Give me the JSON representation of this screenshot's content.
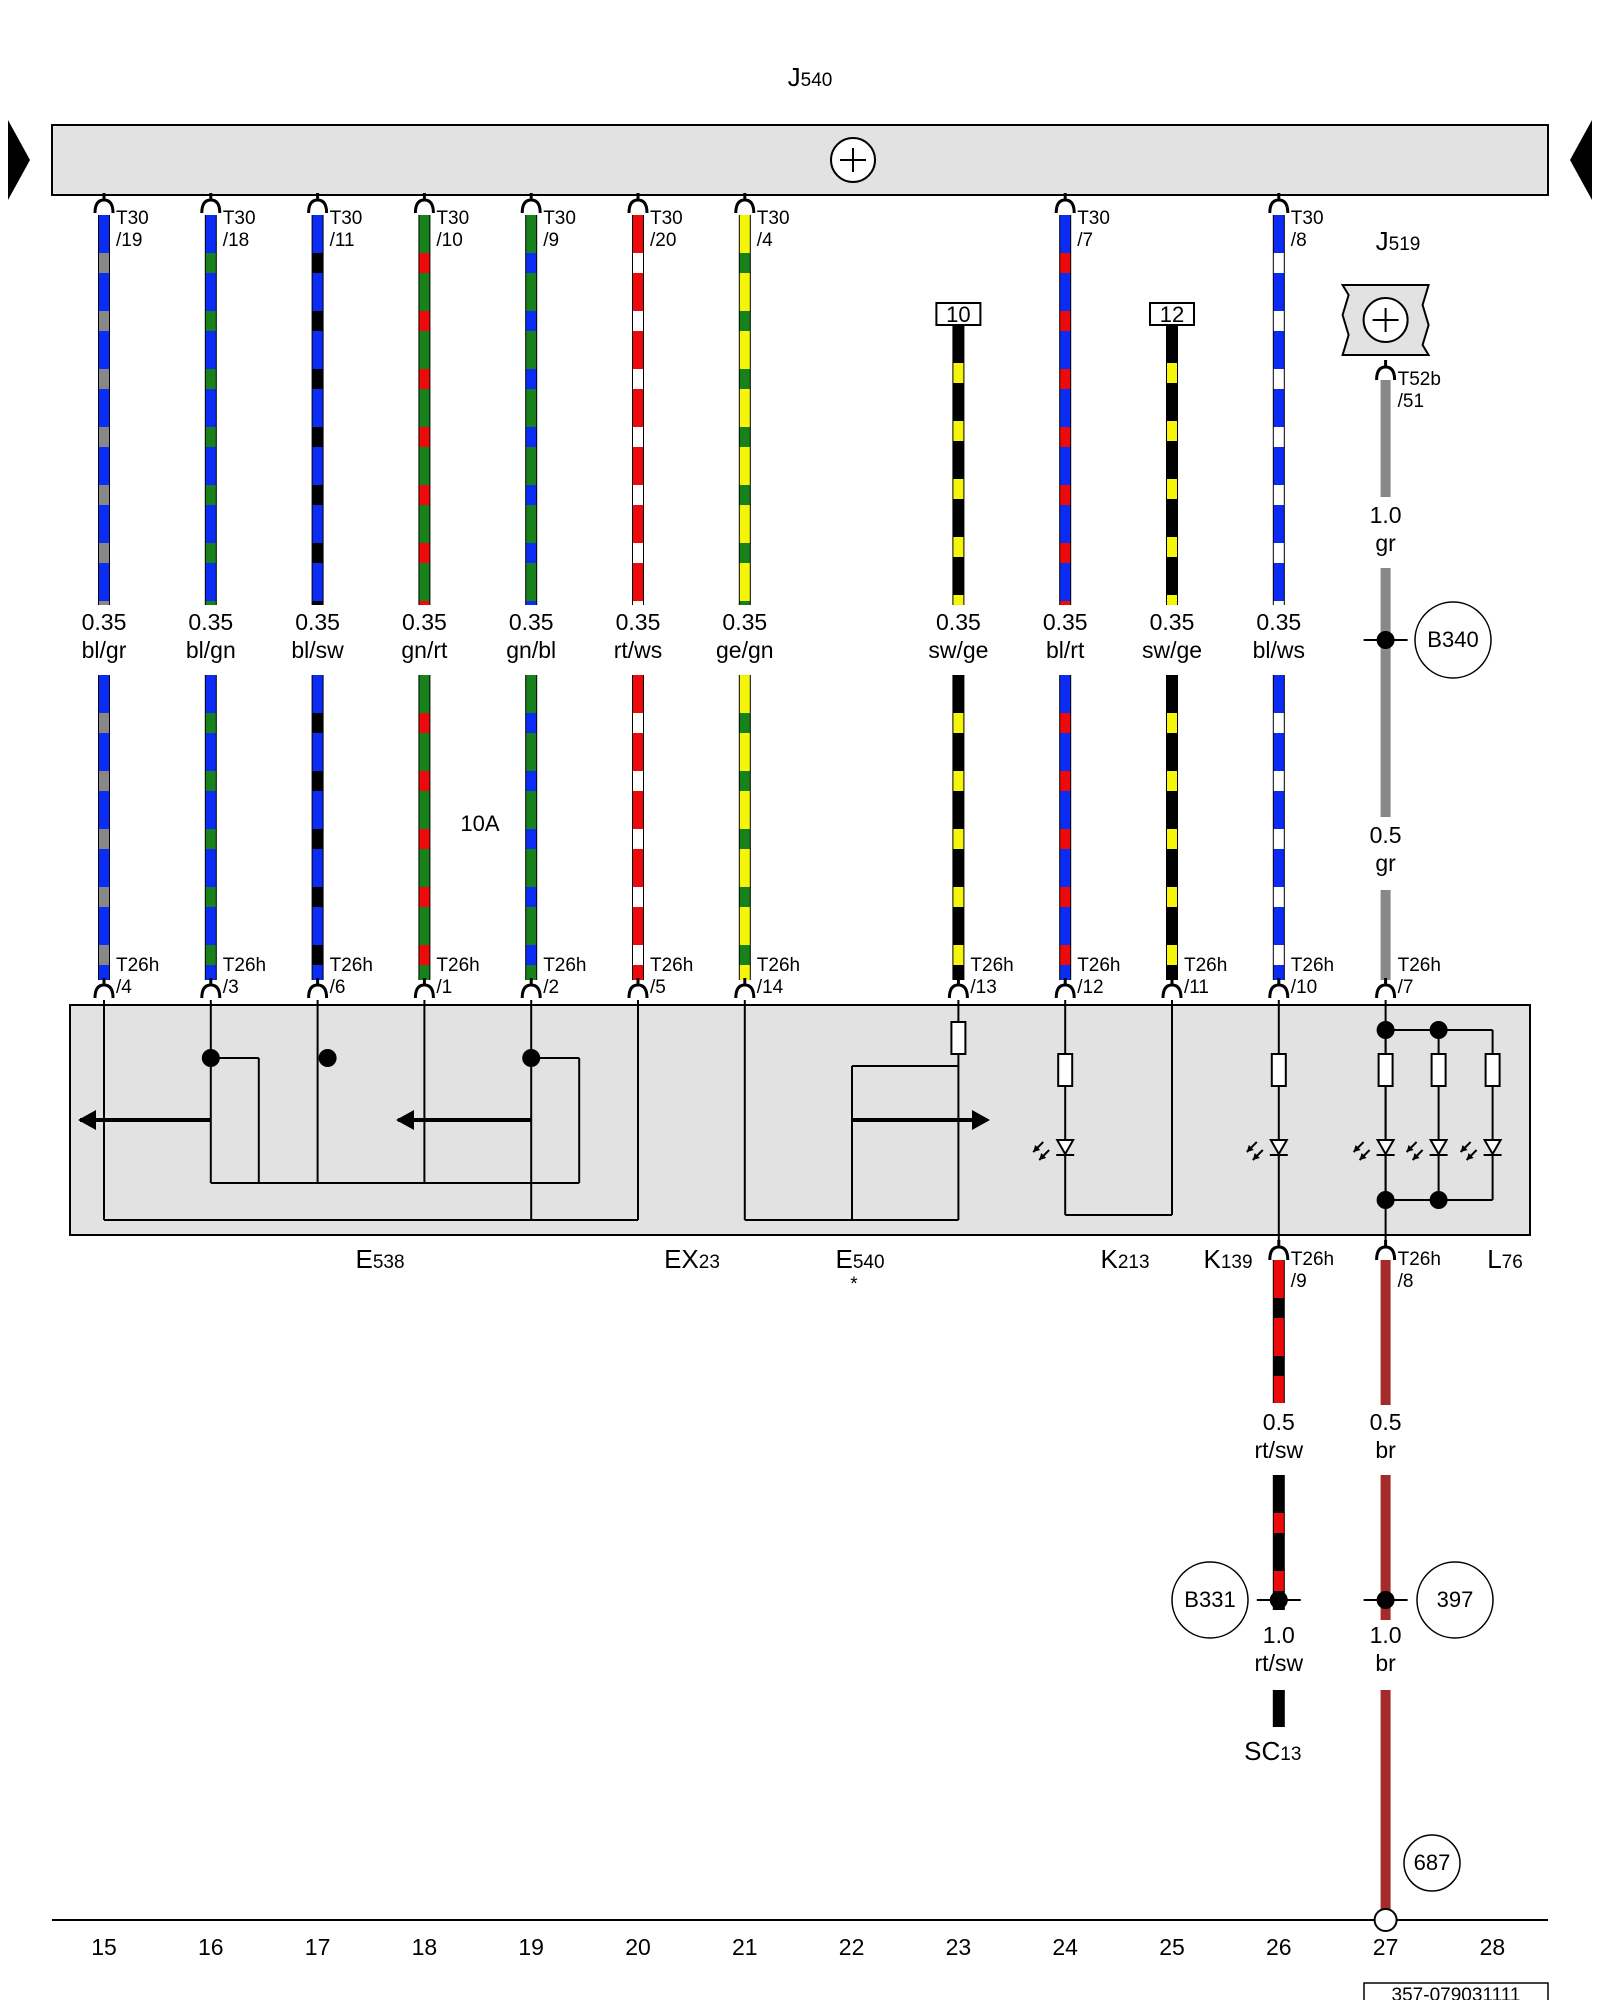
{
  "top_module": {
    "main": "J",
    "sub": "540"
  },
  "side_module": {
    "main": "J",
    "sub": "519"
  },
  "colors": {
    "bl": "#0a2cf5",
    "gr": "#888888",
    "gn": "#17821b",
    "sw": "#000000",
    "rt": "#ee0a0a",
    "ws": "#ffffff",
    "ge": "#f5f50a",
    "br": "#a52a2a",
    "housing_fill": "#e2e2e2",
    "line": "#000000"
  },
  "wires": [
    {
      "col": 15,
      "top_pin": "T30",
      "top_pin_no": "/19",
      "size": "0.35",
      "color": "bl/gr",
      "bottom_pin": "T26h",
      "bottom_pin_no": "/4",
      "c1": "bl",
      "c2": "gr"
    },
    {
      "col": 16,
      "top_pin": "T30",
      "top_pin_no": "/18",
      "size": "0.35",
      "color": "bl/gn",
      "bottom_pin": "T26h",
      "bottom_pin_no": "/3",
      "c1": "bl",
      "c2": "gn"
    },
    {
      "col": 17,
      "top_pin": "T30",
      "top_pin_no": "/11",
      "size": "0.35",
      "color": "bl/sw",
      "bottom_pin": "T26h",
      "bottom_pin_no": "/6",
      "c1": "bl",
      "c2": "sw"
    },
    {
      "col": 18,
      "top_pin": "T30",
      "top_pin_no": "/10",
      "size": "0.35",
      "color": "gn/rt",
      "bottom_pin": "T26h",
      "bottom_pin_no": "/1",
      "c1": "gn",
      "c2": "rt"
    },
    {
      "col": 19,
      "top_pin": "T30",
      "top_pin_no": "/9",
      "size": "0.35",
      "color": "gn/bl",
      "bottom_pin": "T26h",
      "bottom_pin_no": "/2",
      "c1": "gn",
      "c2": "bl"
    },
    {
      "col": 20,
      "top_pin": "T30",
      "top_pin_no": "/20",
      "size": "0.35",
      "color": "rt/ws",
      "bottom_pin": "T26h",
      "bottom_pin_no": "/5",
      "c1": "rt",
      "c2": "ws"
    },
    {
      "col": 21,
      "top_pin": "T30",
      "top_pin_no": "/4",
      "size": "0.35",
      "color": "ge/gn",
      "bottom_pin": "T26h",
      "bottom_pin_no": "/14",
      "c1": "ge",
      "c2": "gn"
    },
    {
      "col": 23,
      "top_ref": "10",
      "size": "0.35",
      "color": "sw/ge",
      "bottom_pin": "T26h",
      "bottom_pin_no": "/13",
      "c1": "sw",
      "c2": "ge"
    },
    {
      "col": 24,
      "top_pin": "T30",
      "top_pin_no": "/7",
      "size": "0.35",
      "color": "bl/rt",
      "bottom_pin": "T26h",
      "bottom_pin_no": "/12",
      "c1": "bl",
      "c2": "rt"
    },
    {
      "col": 25,
      "top_ref": "12",
      "size": "0.35",
      "color": "sw/ge",
      "bottom_pin": "T26h",
      "bottom_pin_no": "/11",
      "c1": "sw",
      "c2": "ge"
    },
    {
      "col": 26,
      "top_pin": "T30",
      "top_pin_no": "/8",
      "size": "0.35",
      "color": "bl/ws",
      "bottom_pin": "T26h",
      "bottom_pin_no": "/10",
      "c1": "bl",
      "c2": "ws"
    }
  ],
  "col27": {
    "top_pin": "T52b",
    "top_pin_no": "/51",
    "upper_size": "1.0",
    "upper_color": "gr",
    "junction": "B340",
    "lower_size": "0.5",
    "lower_color": "gr",
    "bottom_pin": "T26h",
    "bottom_pin_no": "/7"
  },
  "fuse_label": "10A",
  "components": [
    {
      "main": "E",
      "sub": "538"
    },
    {
      "main": "EX",
      "sub": "23"
    },
    {
      "main": "E",
      "sub": "540",
      "note": "*"
    },
    {
      "main": "K",
      "sub": "213"
    },
    {
      "main": "K",
      "sub": "139"
    },
    {
      "main": "L",
      "sub": "76"
    }
  ],
  "out26": {
    "pin": "T26h",
    "pin_no": "/9",
    "size1": "0.5",
    "color1": "rt/sw",
    "junction": "B331",
    "size2": "1.0",
    "color2": "rt/sw",
    "dest_main": "SC",
    "dest_sub": "13"
  },
  "out27": {
    "pin": "T26h",
    "pin_no": "/8",
    "size1": "0.5",
    "color1": "br",
    "junction": "397",
    "size2": "1.0",
    "color2": "br",
    "ground": "687"
  },
  "columns": [
    "15",
    "16",
    "17",
    "18",
    "19",
    "20",
    "21",
    "22",
    "23",
    "24",
    "25",
    "26",
    "27",
    "28"
  ],
  "doc_number": "357-079031111"
}
